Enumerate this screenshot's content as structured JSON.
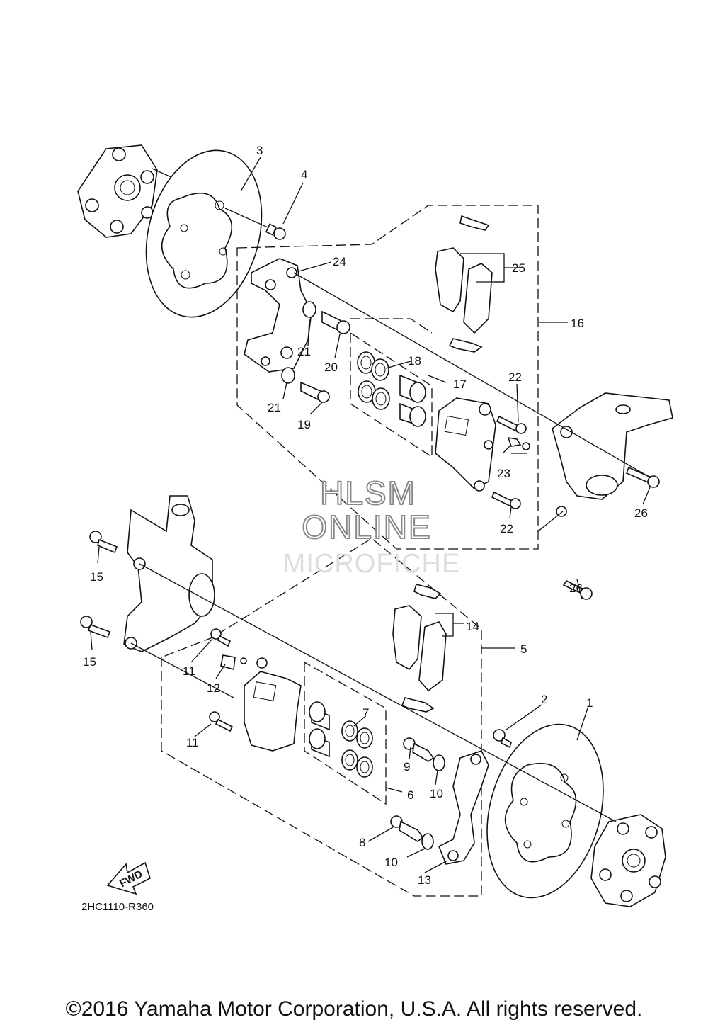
{
  "diagram": {
    "reference_code": "2HC1110-R360",
    "fwd_label": "FWD",
    "watermark": {
      "line1": "HLSM",
      "line2": "ONLINE",
      "line3": "MICROFICHE"
    },
    "copyright": "©2016 Yamaha Motor Corporation, U.S.A. All rights reserved.",
    "callouts": [
      "1",
      "2",
      "3",
      "4",
      "5",
      "6",
      "7",
      "8",
      "9",
      "10",
      "10",
      "11",
      "11",
      "12",
      "13",
      "14",
      "15",
      "15",
      "16",
      "17",
      "18",
      "19",
      "20",
      "21",
      "21",
      "22",
      "22",
      "23",
      "24",
      "25",
      "26",
      "26"
    ]
  }
}
